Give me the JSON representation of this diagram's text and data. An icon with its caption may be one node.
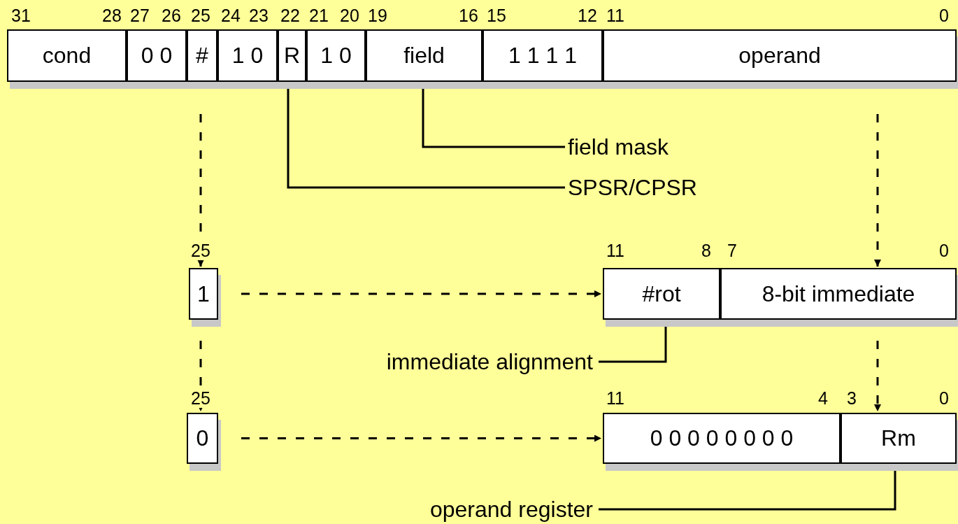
{
  "diagram": {
    "nodes": [
      {
        "text": [
          "cond"
        ]
      },
      {
        "text": [
          "0 0"
        ]
      },
      {
        "text": [
          "#"
        ]
      },
      {
        "text": [
          "1 0"
        ]
      },
      {
        "text": [
          "R"
        ]
      },
      {
        "text": [
          "1 0"
        ]
      },
      {
        "text": [
          "field"
        ]
      },
      {
        "text": [
          "1 1 1 1"
        ]
      },
      {
        "text": [
          "operand"
        ]
      },
      {
        "text": [
          "field mask"
        ]
      },
      {
        "text": [
          "SPSR/CPSR"
        ]
      },
      {
        "text": [
          "1"
        ]
      },
      {
        "text": [
          "#rot"
        ]
      },
      {
        "text": [
          "8-bit immediate"
        ]
      },
      {
        "text": [
          "immediate alignment"
        ]
      },
      {
        "text": [
          "0"
        ]
      },
      {
        "text": [
          "0 0 0 0 0 0 0 0"
        ]
      },
      {
        "text": [
          "Rm"
        ]
      },
      {
        "text": [
          "operand register"
        ]
      }
    ],
    "edges": [
      {
        "from": 9,
        "to": 6,
        "arrow": "none"
      },
      {
        "from": 10,
        "to": 4,
        "arrow": "none"
      },
      {
        "from": 2,
        "to": 11,
        "arrow": "to",
        "style": "dashed"
      },
      {
        "from": 8,
        "to": 13,
        "arrow": "to",
        "style": "dashed"
      },
      {
        "from": 11,
        "to": 12,
        "arrow": "to",
        "style": "dashed"
      },
      {
        "from": 14,
        "to": 12,
        "arrow": "none"
      },
      {
        "from": 11,
        "to": 15,
        "arrow": "to",
        "style": "dashed"
      },
      {
        "from": 13,
        "to": 17,
        "arrow": "to",
        "style": "dashed"
      },
      {
        "from": 15,
        "to": 16,
        "arrow": "to",
        "style": "dashed"
      },
      {
        "from": 18,
        "to": 17,
        "arrow": "none"
      }
    ],
    "labels": [
      "31",
      "28",
      "27",
      "26",
      "25",
      "24",
      "23",
      "22",
      "21",
      "20",
      "19",
      "16",
      "15",
      "12",
      "11",
      "0",
      "25",
      "11",
      "8",
      "7",
      "0",
      "25",
      "11",
      "4",
      "3",
      "0"
    ]
  }
}
